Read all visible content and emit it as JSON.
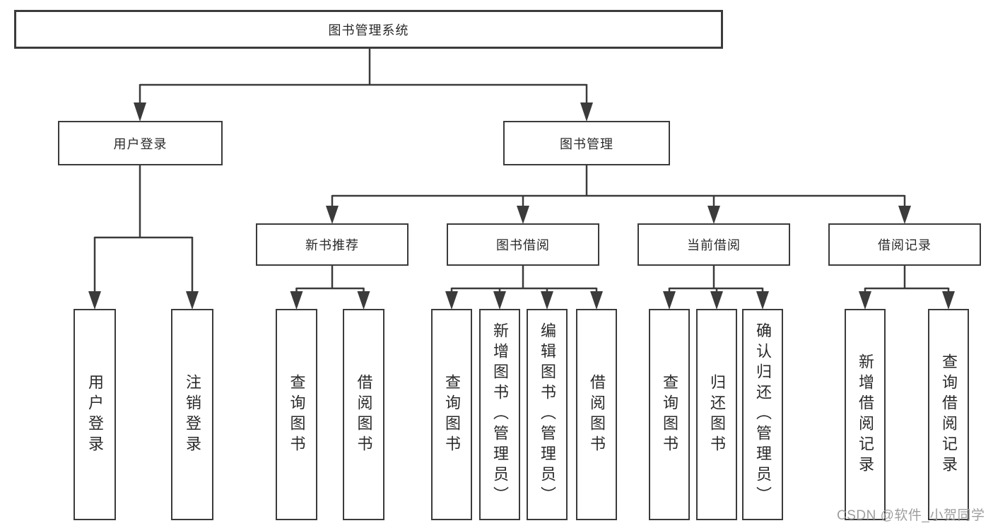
{
  "colors": {
    "line": "#3b3b3b",
    "box_border": "#3b3b3b",
    "text": "#2a2a2a",
    "watermark": "#9e9e9e",
    "background": "#ffffff"
  },
  "diagram": {
    "type": "hierarchy-flowchart",
    "root": {
      "label": "图书管理系统"
    },
    "branches": [
      {
        "label": "用户登录",
        "leaves": [
          "用户登录",
          "注销登录"
        ]
      },
      {
        "label": "图书管理",
        "groups": [
          {
            "label": "新书推荐",
            "leaves": [
              "查询图书",
              "借阅图书"
            ]
          },
          {
            "label": "图书借阅",
            "leaves": [
              "查询图书",
              "新增图书（管理员）",
              "编辑图书（管理员）",
              "借阅图书"
            ]
          },
          {
            "label": "当前借阅",
            "leaves": [
              "查询图书",
              "归还图书",
              "确认归还（管理员）"
            ]
          },
          {
            "label": "借阅记录",
            "leaves": [
              "新增借阅记录",
              "查询借阅记录"
            ]
          }
        ]
      }
    ]
  },
  "watermark": {
    "text": "CSDN @软件_小贺同学"
  }
}
